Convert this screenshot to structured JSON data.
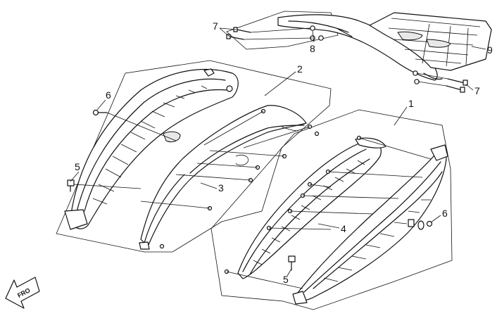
{
  "callouts": {
    "c1": "1",
    "c2": "2",
    "c3": "3",
    "c4": "4",
    "c5a": "5",
    "c5b": "5",
    "c6a": "6",
    "c6b": "6",
    "c7a": "7",
    "c7b": "7",
    "c8": "8",
    "c9": "9"
  },
  "front_arrow": {
    "label": "FRO"
  },
  "colors": {
    "line": "#111111",
    "background": "#ffffff"
  }
}
